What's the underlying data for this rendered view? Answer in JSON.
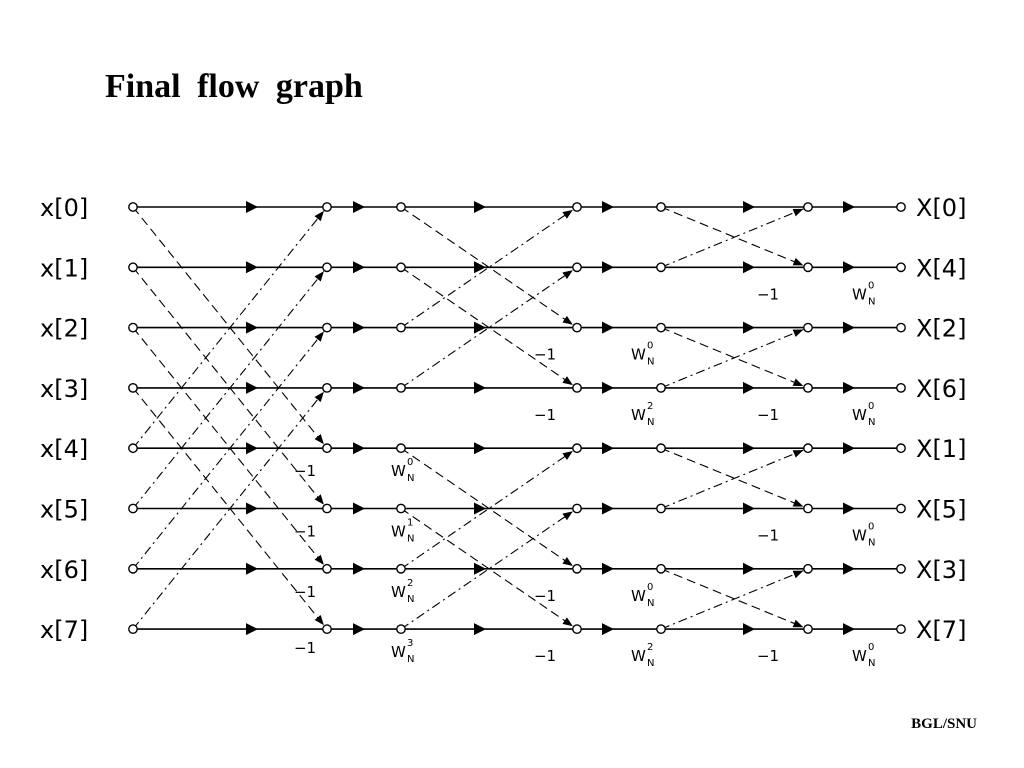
{
  "title": "Final  flow  graph",
  "footer": "BGL/SNU",
  "inputs": [
    "x[0]",
    "x[1]",
    "x[2]",
    "x[3]",
    "x[4]",
    "x[5]",
    "x[6]",
    "x[7]"
  ],
  "outputs": [
    "X[0]",
    "X[4]",
    "X[2]",
    "X[6]",
    "X[1]",
    "X[5]",
    "X[3]",
    "X[7]"
  ],
  "twiddle_base": "W",
  "twiddle_sub": "N",
  "neg_one": "−1",
  "stage1": {
    "neg_one_rows": [
      4,
      5,
      6,
      7
    ],
    "twiddles": [
      {
        "row": 4,
        "exp": "0"
      },
      {
        "row": 5,
        "exp": "1"
      },
      {
        "row": 6,
        "exp": "2"
      },
      {
        "row": 7,
        "exp": "3"
      }
    ]
  },
  "stage2": {
    "neg_one_rows": [
      2,
      3,
      6,
      7
    ],
    "twiddles": [
      {
        "row": 2,
        "exp": "0"
      },
      {
        "row": 3,
        "exp": "2"
      },
      {
        "row": 6,
        "exp": "0"
      },
      {
        "row": 7,
        "exp": "2"
      }
    ]
  },
  "stage3": {
    "neg_one_rows": [
      1,
      3,
      5,
      7
    ],
    "twiddles": [
      {
        "row": 1,
        "exp": "0"
      },
      {
        "row": 3,
        "exp": "0"
      },
      {
        "row": 5,
        "exp": "0"
      },
      {
        "row": 7,
        "exp": "0"
      }
    ]
  }
}
